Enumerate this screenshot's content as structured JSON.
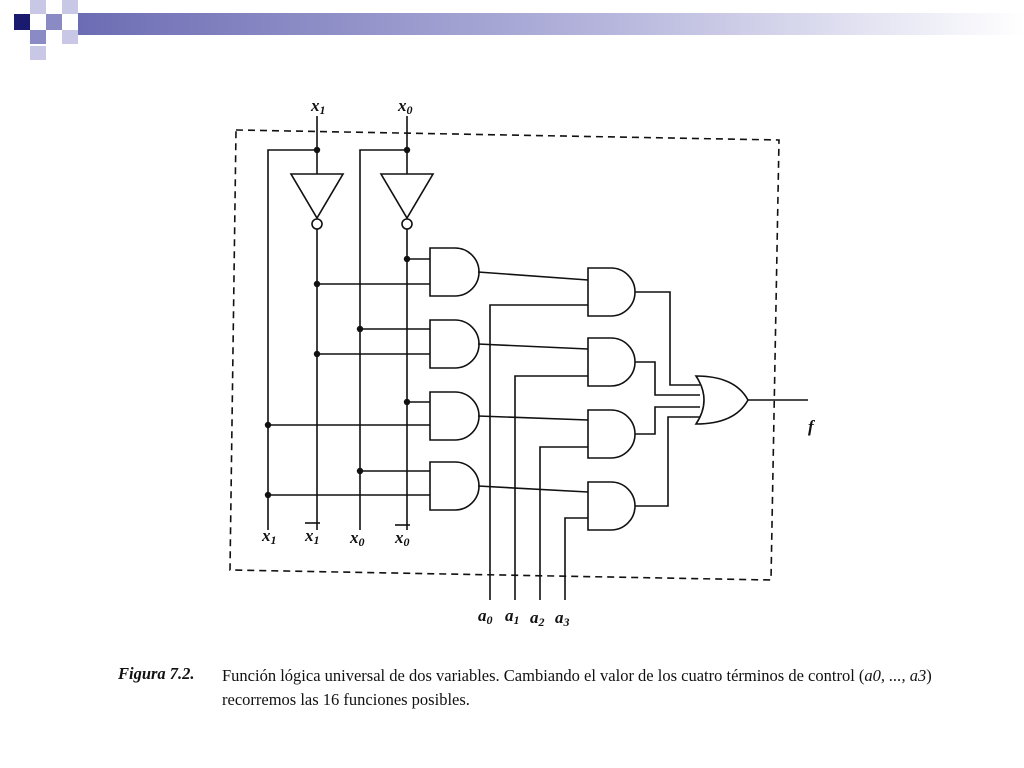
{
  "slide": {
    "corner_colors": [
      "#1a1a6e",
      "#8a8ac4",
      "#c8c8e6"
    ],
    "header_bar_color": "#9a9ad0"
  },
  "diagram": {
    "inputs_top": [
      "x1",
      "x0"
    ],
    "bus_labels": [
      "x1",
      "x̄1",
      "x0",
      "x̄0"
    ],
    "control_labels": [
      "a0",
      "a1",
      "a2",
      "a3"
    ],
    "output_label": "f"
  },
  "caption": {
    "label": "Figura 7.2.",
    "text_part1": "Función lógica universal de dos variables. Cambiando el valor de los cuatro términos de control (",
    "text_italic": "a0, ..., a3",
    "text_part2": ") recorremos las 16 funciones posibles."
  }
}
